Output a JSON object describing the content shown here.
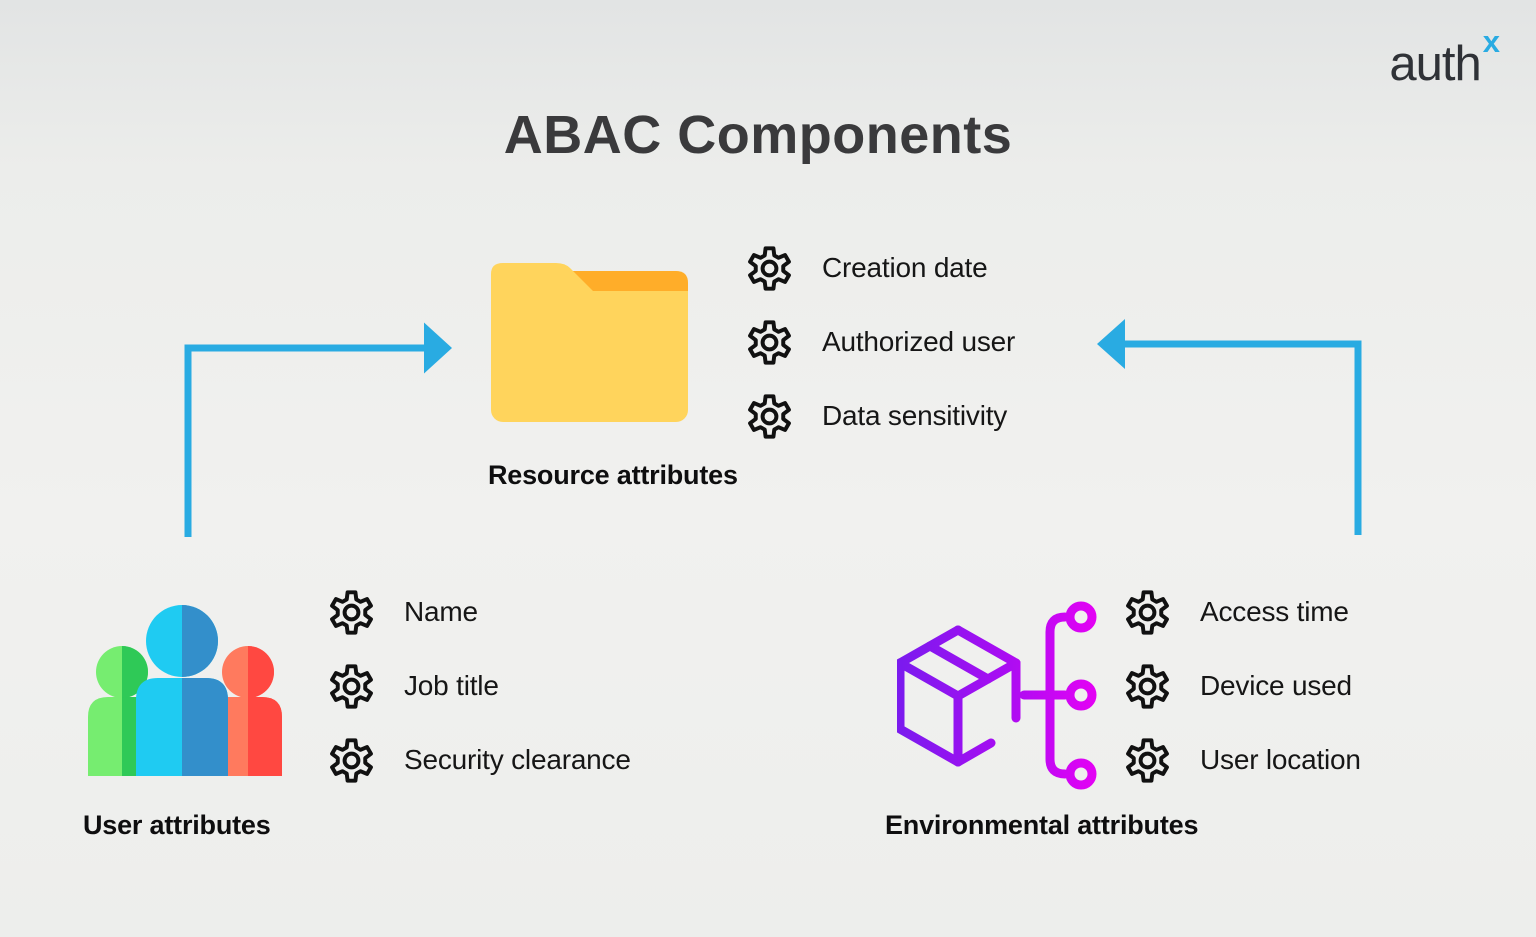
{
  "logo": {
    "word": "auth",
    "mark": "x"
  },
  "title": "ABAC Components",
  "colors": {
    "accent_blue": "#29abe2",
    "folder_yellow": "#ffd45c",
    "folder_orange": "#ffad29",
    "env_purple": "#7a1bee",
    "env_magenta": "#ee00f5",
    "text_dark": "#161616"
  },
  "groups": {
    "resource": {
      "label": "Resource attributes",
      "icon": "folder-icon",
      "items": [
        "Creation date",
        "Authorized user",
        "Data sensitivity"
      ]
    },
    "user": {
      "label": "User attributes",
      "icon": "people-icon",
      "items": [
        "Name",
        "Job title",
        "Security clearance"
      ]
    },
    "environmental": {
      "label": "Environmental attributes",
      "icon": "box-network-icon",
      "items": [
        "Access time",
        "Device used",
        "User location"
      ]
    }
  },
  "arrows": [
    {
      "from": "user",
      "to": "resource"
    },
    {
      "from": "environmental",
      "to": "resource"
    }
  ]
}
